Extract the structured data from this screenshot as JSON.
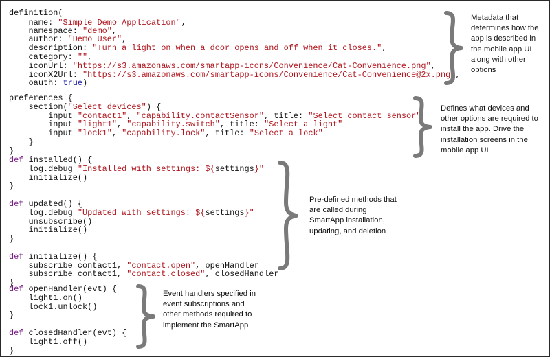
{
  "blocks": [
    {
      "lines": [
        [
          [
            "t",
            "definition("
          ]
        ],
        [
          [
            "t",
            "    name: "
          ],
          [
            "s",
            "\"Simple Demo Application\""
          ],
          [
            "c",
            ""
          ],
          [
            "t",
            ","
          ]
        ],
        [
          [
            "t",
            "    namespace: "
          ],
          [
            "s",
            "\"demo\""
          ],
          [
            "t",
            ","
          ]
        ],
        [
          [
            "t",
            "    author: "
          ],
          [
            "s",
            "\"Demo User\""
          ],
          [
            "t",
            ","
          ]
        ],
        [
          [
            "t",
            "    description: "
          ],
          [
            "s",
            "\"Turn a light on when a door opens and off when it closes.\""
          ],
          [
            "t",
            ","
          ]
        ],
        [
          [
            "t",
            "    category: "
          ],
          [
            "s",
            "\"\""
          ],
          [
            "t",
            ","
          ]
        ],
        [
          [
            "t",
            "    iconUrl: "
          ],
          [
            "s",
            "\"https://s3.amazonaws.com/smartapp-icons/Convenience/Cat-Convenience.png\""
          ],
          [
            "t",
            ","
          ]
        ],
        [
          [
            "t",
            "    iconX2Url: "
          ],
          [
            "s",
            "\"https://s3.amazonaws.com/smartapp-icons/Convenience/Cat-Convenience@2x.png\""
          ],
          [
            "t",
            ","
          ]
        ],
        [
          [
            "t",
            "    oauth: "
          ],
          [
            "v",
            "true"
          ],
          [
            "t",
            ")"
          ]
        ]
      ]
    },
    {
      "lines": [
        [
          [
            "t",
            "preferences {"
          ]
        ],
        [
          [
            "t",
            "    section("
          ],
          [
            "s",
            "\"Select devices\""
          ],
          [
            "t",
            ") {"
          ]
        ],
        [
          [
            "t",
            "        input "
          ],
          [
            "s",
            "\"contact1\""
          ],
          [
            "t",
            ", "
          ],
          [
            "s",
            "\"capability.contactSensor\""
          ],
          [
            "t",
            ", title: "
          ],
          [
            "s",
            "\"Select contact sensor\""
          ]
        ],
        [
          [
            "t",
            "        input "
          ],
          [
            "s",
            "\"light1\""
          ],
          [
            "t",
            ", "
          ],
          [
            "s",
            "\"capability.switch\""
          ],
          [
            "t",
            ", title: "
          ],
          [
            "s",
            "\"Select a light\""
          ]
        ],
        [
          [
            "t",
            "        input "
          ],
          [
            "s",
            "\"lock1\""
          ],
          [
            "t",
            ", "
          ],
          [
            "s",
            "\"capability.lock\""
          ],
          [
            "t",
            ", title: "
          ],
          [
            "s",
            "\"Select a lock\""
          ]
        ],
        [
          [
            "t",
            "    }"
          ]
        ],
        [
          [
            "t",
            "}"
          ]
        ]
      ]
    },
    {
      "lines": [
        [
          [
            "k",
            "def"
          ],
          [
            "t",
            " installed() {"
          ]
        ],
        [
          [
            "t",
            "    log.debug "
          ],
          [
            "s",
            "\"Installed with settings: ${"
          ],
          [
            "t",
            "settings"
          ],
          [
            "s",
            "}\""
          ]
        ],
        [
          [
            "t",
            "    initialize()"
          ]
        ],
        [
          [
            "t",
            "}"
          ]
        ],
        [
          [
            "t",
            ""
          ]
        ],
        [
          [
            "k",
            "def"
          ],
          [
            "t",
            " updated() {"
          ]
        ],
        [
          [
            "t",
            "    log.debug "
          ],
          [
            "s",
            "\"Updated with settings: ${"
          ],
          [
            "t",
            "settings"
          ],
          [
            "s",
            "}\""
          ]
        ],
        [
          [
            "t",
            "    unsubscribe()"
          ]
        ],
        [
          [
            "t",
            "    initialize()"
          ]
        ],
        [
          [
            "t",
            "}"
          ]
        ],
        [
          [
            "t",
            ""
          ]
        ],
        [
          [
            "k",
            "def"
          ],
          [
            "t",
            " initialize() {"
          ]
        ],
        [
          [
            "t",
            "    subscribe contact1, "
          ],
          [
            "s",
            "\"contact.open\""
          ],
          [
            "t",
            ", openHandler"
          ]
        ],
        [
          [
            "t",
            "    subscribe contact1, "
          ],
          [
            "s",
            "\"contact.closed\""
          ],
          [
            "t",
            ", closedHandler"
          ]
        ],
        [
          [
            "t",
            "}"
          ]
        ]
      ]
    },
    {
      "lines": [
        [
          [
            "k",
            "def"
          ],
          [
            "t",
            " openHandler(evt) {"
          ]
        ],
        [
          [
            "t",
            "    light1.on()"
          ]
        ],
        [
          [
            "t",
            "    lock1.unlock()"
          ]
        ],
        [
          [
            "t",
            "}"
          ]
        ],
        [
          [
            "t",
            ""
          ]
        ],
        [
          [
            "k",
            "def"
          ],
          [
            "t",
            " closedHandler(evt) {"
          ]
        ],
        [
          [
            "t",
            "    light1.off()"
          ]
        ],
        [
          [
            "t",
            "}"
          ]
        ]
      ]
    }
  ],
  "annotations": {
    "metadata": "Metadata that determines how the app is described  in the mobile app UI along with other options",
    "preferences": "Defines what devices and other options are required to install the app. Drive the installation screens in the mobile app UI",
    "lifecycle": "Pre-defined methods that are called during SmartApp installation, updating, and deletion",
    "handlers": "Event handlers specified in event subscriptions and other methods required to implement the SmartApp"
  },
  "colors": {
    "string": "#b0171f",
    "keyword": "#7a1e87",
    "boolean": "#1b1ba8",
    "brace": "#7a7a7a"
  }
}
